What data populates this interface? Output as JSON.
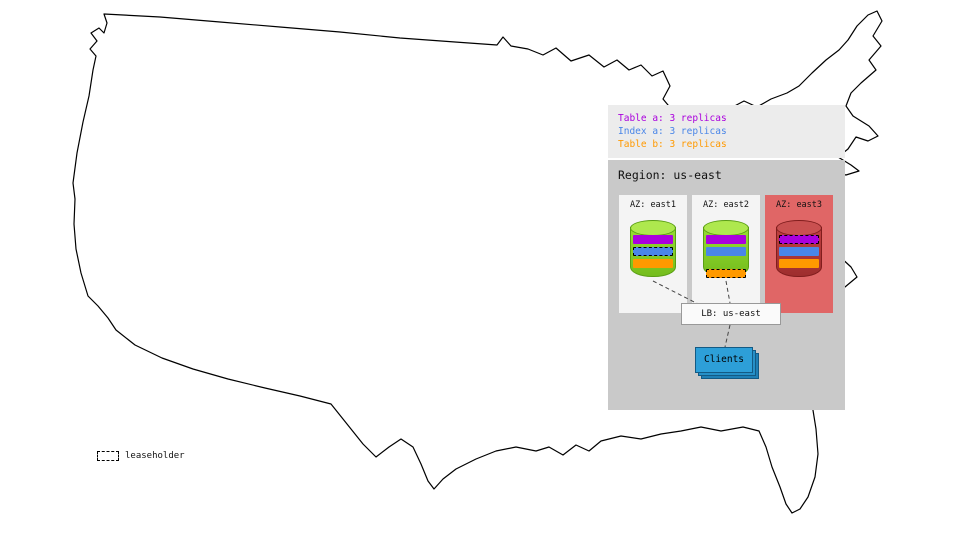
{
  "colors": {
    "table_a": "#aa00dd",
    "index_a": "#4a86e8",
    "table_b": "#ff9900",
    "legend_bg": "#ececec",
    "region_bg": "#c9c9c9",
    "az_bg": "#f4f4f4",
    "az_down_bg": "#e06666",
    "clients_blue": "#2d9fd8"
  },
  "replica_legend": {
    "items": [
      {
        "id": "table_a",
        "label": "Table a: 3 replicas"
      },
      {
        "id": "index_a",
        "label": "Index a: 3 replicas"
      },
      {
        "id": "table_b",
        "label": "Table b: 3 replicas"
      }
    ]
  },
  "region": {
    "title": "Region: us-east",
    "azs": [
      {
        "label": "AZ: east1",
        "status": "up",
        "leaseholder": "index_a"
      },
      {
        "label": "AZ: east2",
        "status": "up",
        "leaseholder": "table_b"
      },
      {
        "label": "AZ: east3",
        "status": "down",
        "leaseholder": "table_a"
      }
    ],
    "load_balancer": {
      "label": "LB: us-east"
    },
    "clients": {
      "label": "Clients"
    }
  },
  "map_legend": {
    "leaseholder": "leaseholder"
  }
}
